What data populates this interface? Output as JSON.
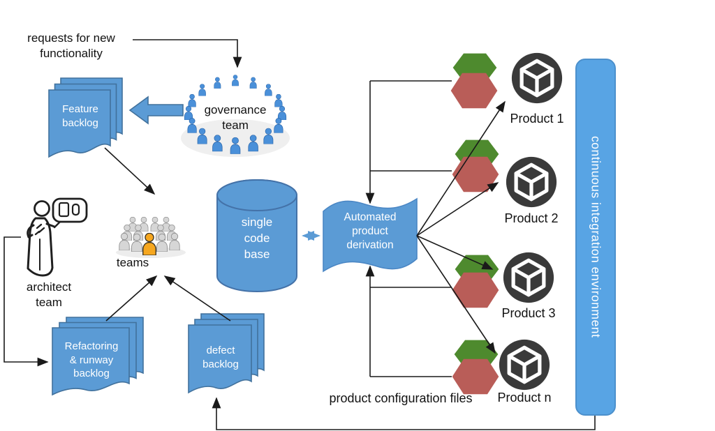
{
  "diagram": {
    "labels": {
      "requests": "requests for new\nfunctionality",
      "feature_backlog": "Feature\nbacklog",
      "governance_team": "governance\nteam",
      "teams": "teams",
      "architect_team": "architect\nteam",
      "single_code_base": "single\ncode\nbase",
      "automated_product_derivation": "Automated\nproduct\nderivation",
      "refactoring_backlog": "Refactoring\n& runway\nbacklog",
      "defect_backlog": "defect\nbacklog",
      "product_configuration_files": "product configuration files",
      "ci_environment": "continuous integration environment"
    },
    "products": [
      {
        "label": "Product 1"
      },
      {
        "label": "Product 2"
      },
      {
        "label": "Product 3"
      },
      {
        "label": "Product n"
      }
    ],
    "colors": {
      "shape_blue": "#5b9bd5",
      "shape_blue_border": "#41719c",
      "ci_blue": "#58a4e4",
      "hex_green": "#4e8a2e",
      "hex_red": "#b95d58",
      "product_dark": "#3a3a3a",
      "person_blue": "#4a90d9",
      "person_gray": "#d6d6d6",
      "person_orange": "#f6a71f",
      "line_black": "#1a1a1a"
    }
  }
}
